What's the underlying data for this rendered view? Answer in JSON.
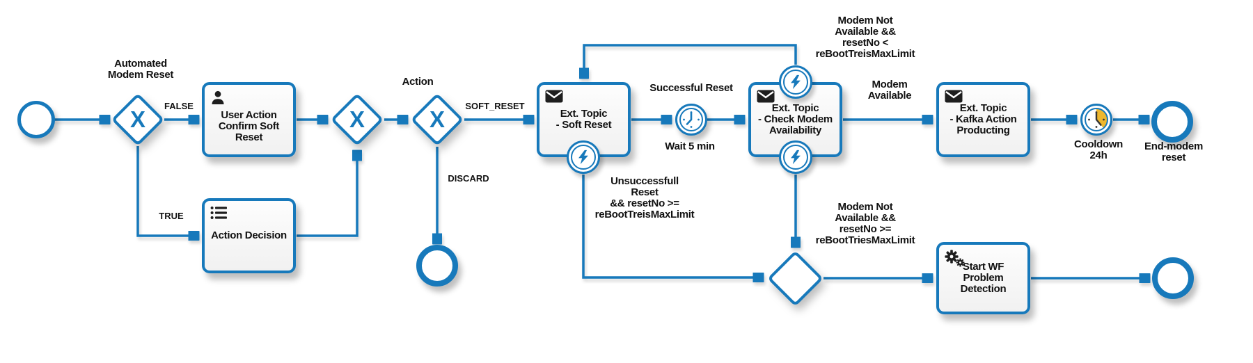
{
  "colors": {
    "accent": "#1779BB",
    "timer_yellow": "#EDB72F",
    "icon_dark": "#1E1E1E"
  },
  "gateways": {
    "automated": {
      "label": "Automated\nModem Reset",
      "marker": "X"
    },
    "merge": {
      "marker": "X"
    },
    "action": {
      "label": "Action",
      "marker": "X"
    },
    "problem": {
      "marker": ""
    }
  },
  "tasks": {
    "user_action": {
      "label": "User Action\nConfirm Soft\nReset"
    },
    "action_decision": {
      "label": "Action Decision"
    },
    "soft_reset": {
      "label": "Ext. Topic\n- Soft Reset"
    },
    "check_modem": {
      "label": "Ext. Topic\n- Check Modem\nAvailability"
    },
    "kafka": {
      "label": "Ext. Topic\n- Kafka Action\nProducting"
    },
    "start_wf": {
      "label": "Start WF\nProblem\nDetection"
    }
  },
  "timers": {
    "wait": {
      "label": "Wait 5 min"
    },
    "cooldown": {
      "label": "Cooldown\n24h"
    }
  },
  "events": {
    "end_modem_reset": {
      "label": "End-modem\nreset"
    }
  },
  "edge_labels": {
    "false_label": "FALSE",
    "true_label": "TRUE",
    "soft_reset": "SOFT_RESET",
    "discard": "DISCARD",
    "successful_reset": "Successful Reset",
    "modem_available": "Modem\nAvailable",
    "loop_condition": "Modem Not\nAvailable &&\nresetNo <\nreBootTreisMaxLimit",
    "unsuccessful_condition": "Unsuccessfull\nReset\n&& resetNo >=\nreBootTreisMaxLimit",
    "exceeded_condition": "Modem Not\nAvailable &&\nresetNo >=\nreBootTriesMaxLimit"
  }
}
